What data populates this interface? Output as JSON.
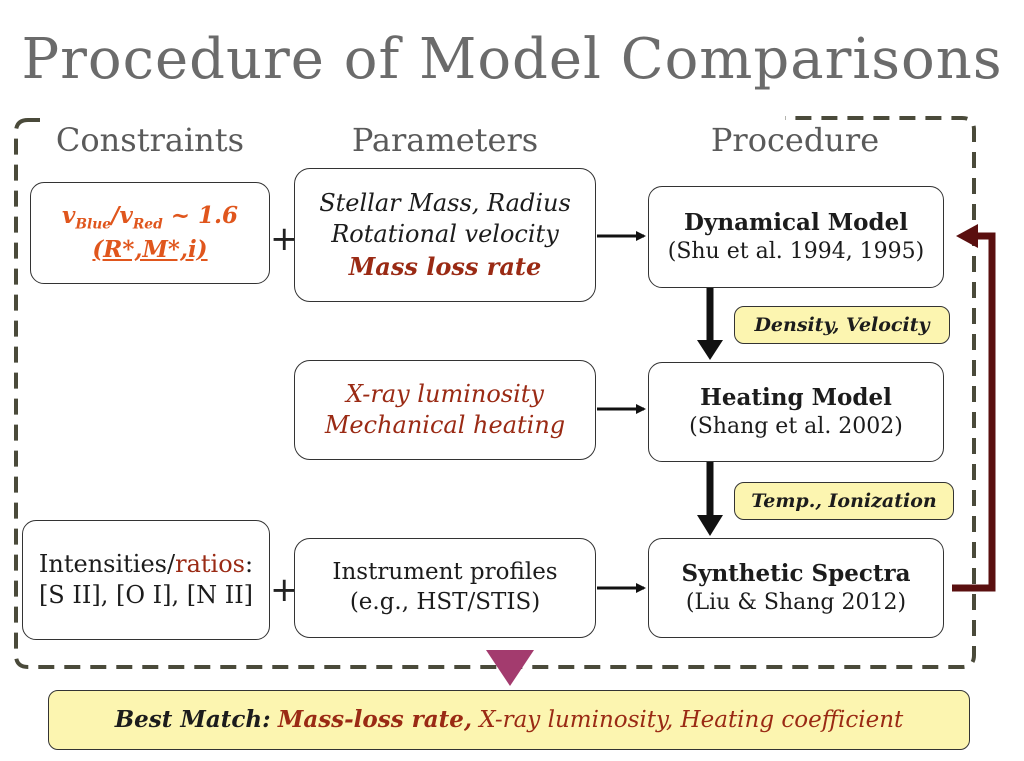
{
  "title": "Procedure of Model Comparisons",
  "columns": {
    "constraints": "Constraints",
    "parameters": "Parameters",
    "procedure": "Procedure"
  },
  "constraint_box_1": {
    "ratio_v": "v",
    "ratio_blue": "Blue",
    "ratio_slash": "/",
    "ratio_red": "Red",
    "ratio_value": " ~ 1.6",
    "line2": "(R*,M*,i)"
  },
  "constraint_box_2": {
    "line1_a": "Intensities/",
    "line1_b": "ratios",
    "line1_c": ":",
    "line2": "[S II], [O I], [N II]"
  },
  "parameter_box_1": {
    "line1": "Stellar Mass, Radius",
    "line2": "Rotational velocity",
    "line3": "Mass loss rate"
  },
  "parameter_box_2": {
    "line1": "X-ray luminosity",
    "line2": "Mechanical heating"
  },
  "parameter_box_3": {
    "line1": "Instrument profiles",
    "line2": "(e.g., HST/STIS)"
  },
  "procedure_box_1": {
    "name": "Dynamical Model",
    "ref": "(Shu et al. 1994, 1995)"
  },
  "procedure_box_2": {
    "name": "Heating Model",
    "ref": "(Shang et al. 2002)"
  },
  "procedure_box_3": {
    "name": "Synthetic Spectra",
    "ref": "(Liu & Shang 2012)"
  },
  "pill_1": "Density, Velocity",
  "pill_2": "Temp., Ionization",
  "plus_sign": "+",
  "best_match": {
    "label": "Best Match:",
    "item1": "Mass-loss rate,",
    "item2": "X-ray luminosity, Heating coefficient"
  },
  "colors": {
    "title_gray": "#6b6b6b",
    "dark_red": "#9a2a14",
    "orange": "#e0561d",
    "pill_yellow": "#fcf5b0",
    "feedback_arrow": "#5a0f0f",
    "down_arrow": "#a33b6e",
    "dashed_frame": "#4a4a3a"
  }
}
